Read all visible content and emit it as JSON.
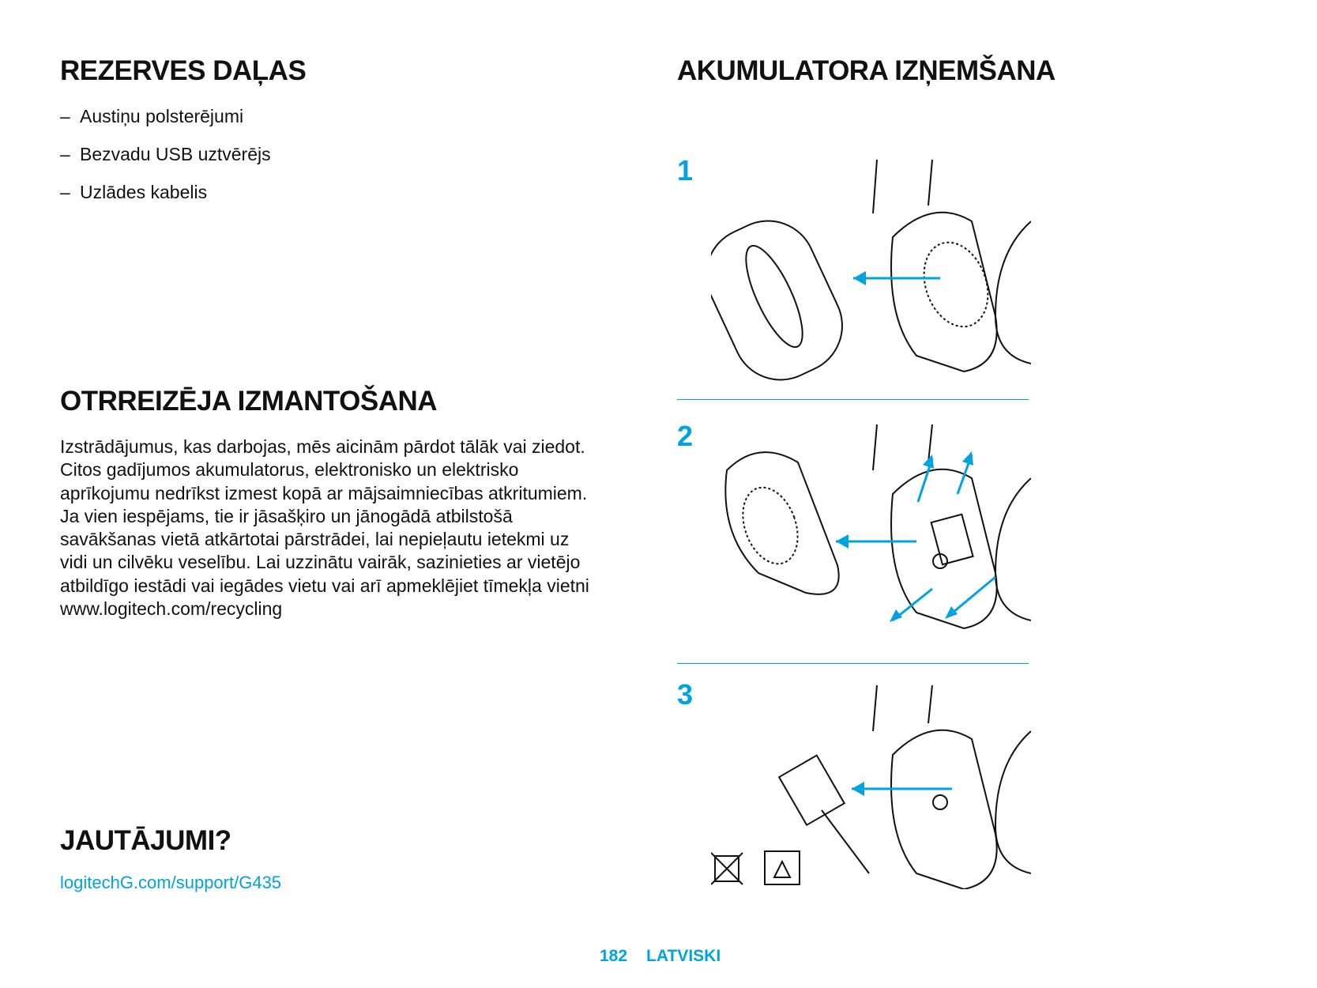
{
  "spare_parts": {
    "title": "REZERVES DAĻAS",
    "dash": "–",
    "items": [
      "Austiņu polsterējumi",
      "Bezvadu USB uztvērējs",
      "Uzlādes kabelis"
    ]
  },
  "recycling": {
    "title": "OTRREIZĒJA IZMANTOŠANA",
    "body": "Izstrādājumus, kas darbojas, mēs aicinām pārdot tālāk vai ziedot. Citos gadījumos akumulatorus, elektronisko un elektrisko aprīkojumu nedrīkst izmest kopā ar mājsaimniecības atkritumiem. Ja vien iespējams, tie ir jāsašķiro un jānogādā atbilstošā savākšanas vietā atkārtotai pārstrādei, lai nepieļautu ietekmi uz vidi un cilvēku veselību. Lai uzzinātu vairāk, sazinieties ar vietējo atbildīgo iestādi vai iegādes vietu vai arī apmeklējiet tīmekļa vietni www.logitech.com/recycling"
  },
  "questions": {
    "title": "JAUTĀJUMI?",
    "link": "logitechG.com/support/G435"
  },
  "battery": {
    "title": "AKUMULATORA IZŅEMŠANA",
    "steps": [
      "1",
      "2",
      "3"
    ]
  },
  "footer": {
    "page": "182",
    "language": "LATVISKI"
  },
  "colors": {
    "accent": "#00a3e0",
    "text": "#111111"
  }
}
